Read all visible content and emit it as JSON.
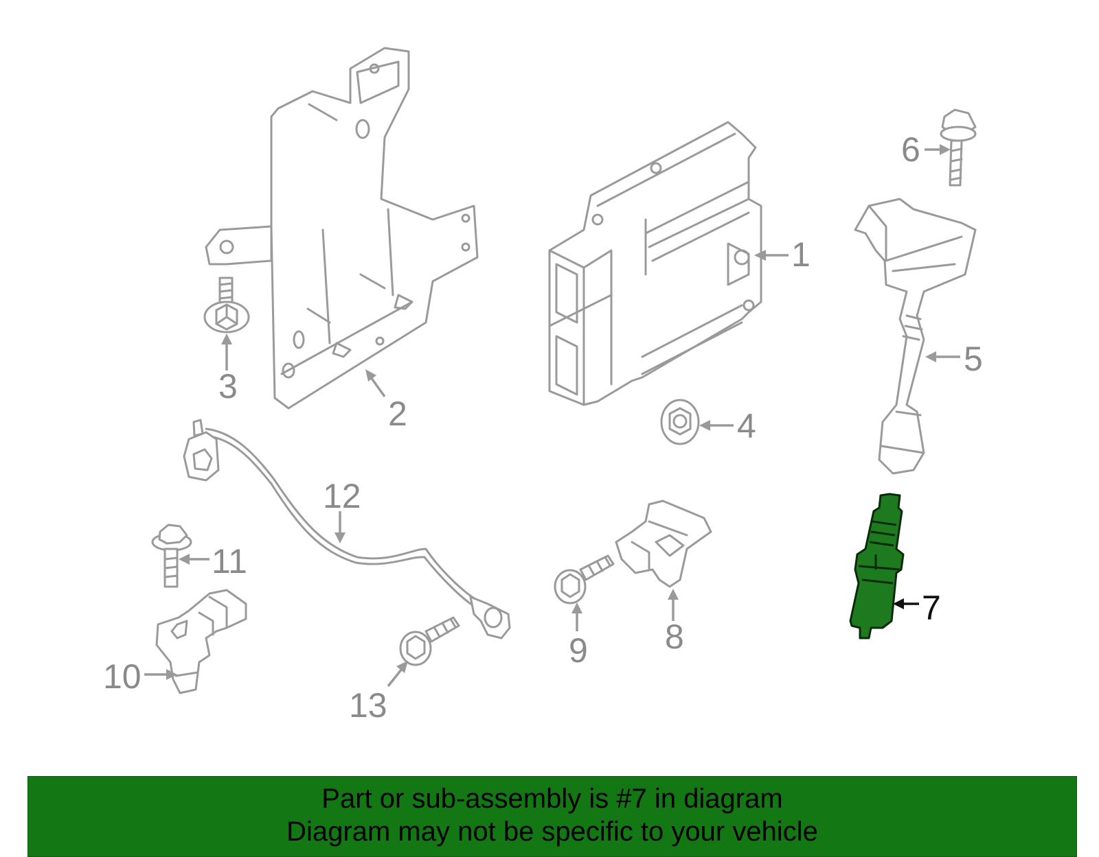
{
  "diagram": {
    "callouts": [
      {
        "num": "1",
        "part": "engine control module"
      },
      {
        "num": "2",
        "part": "mounting bracket"
      },
      {
        "num": "3",
        "part": "bolt"
      },
      {
        "num": "4",
        "part": "nut"
      },
      {
        "num": "5",
        "part": "ignition coil"
      },
      {
        "num": "6",
        "part": "bolt"
      },
      {
        "num": "7",
        "part": "spark plug",
        "highlighted": true
      },
      {
        "num": "8",
        "part": "sensor"
      },
      {
        "num": "9",
        "part": "bolt"
      },
      {
        "num": "10",
        "part": "camshaft position sensor"
      },
      {
        "num": "11",
        "part": "bolt"
      },
      {
        "num": "12",
        "part": "knock sensor harness"
      },
      {
        "num": "13",
        "part": "bolt"
      }
    ],
    "colors": {
      "line_art": "#9a9a9a",
      "highlight_fill": "#1e7a1e",
      "highlight_outline": "#0b2a0b",
      "banner_bg": "#137713"
    }
  },
  "banner": {
    "line1": "Part or sub-assembly is #7 in diagram",
    "line2": "Diagram may not be specific to your vehicle"
  }
}
